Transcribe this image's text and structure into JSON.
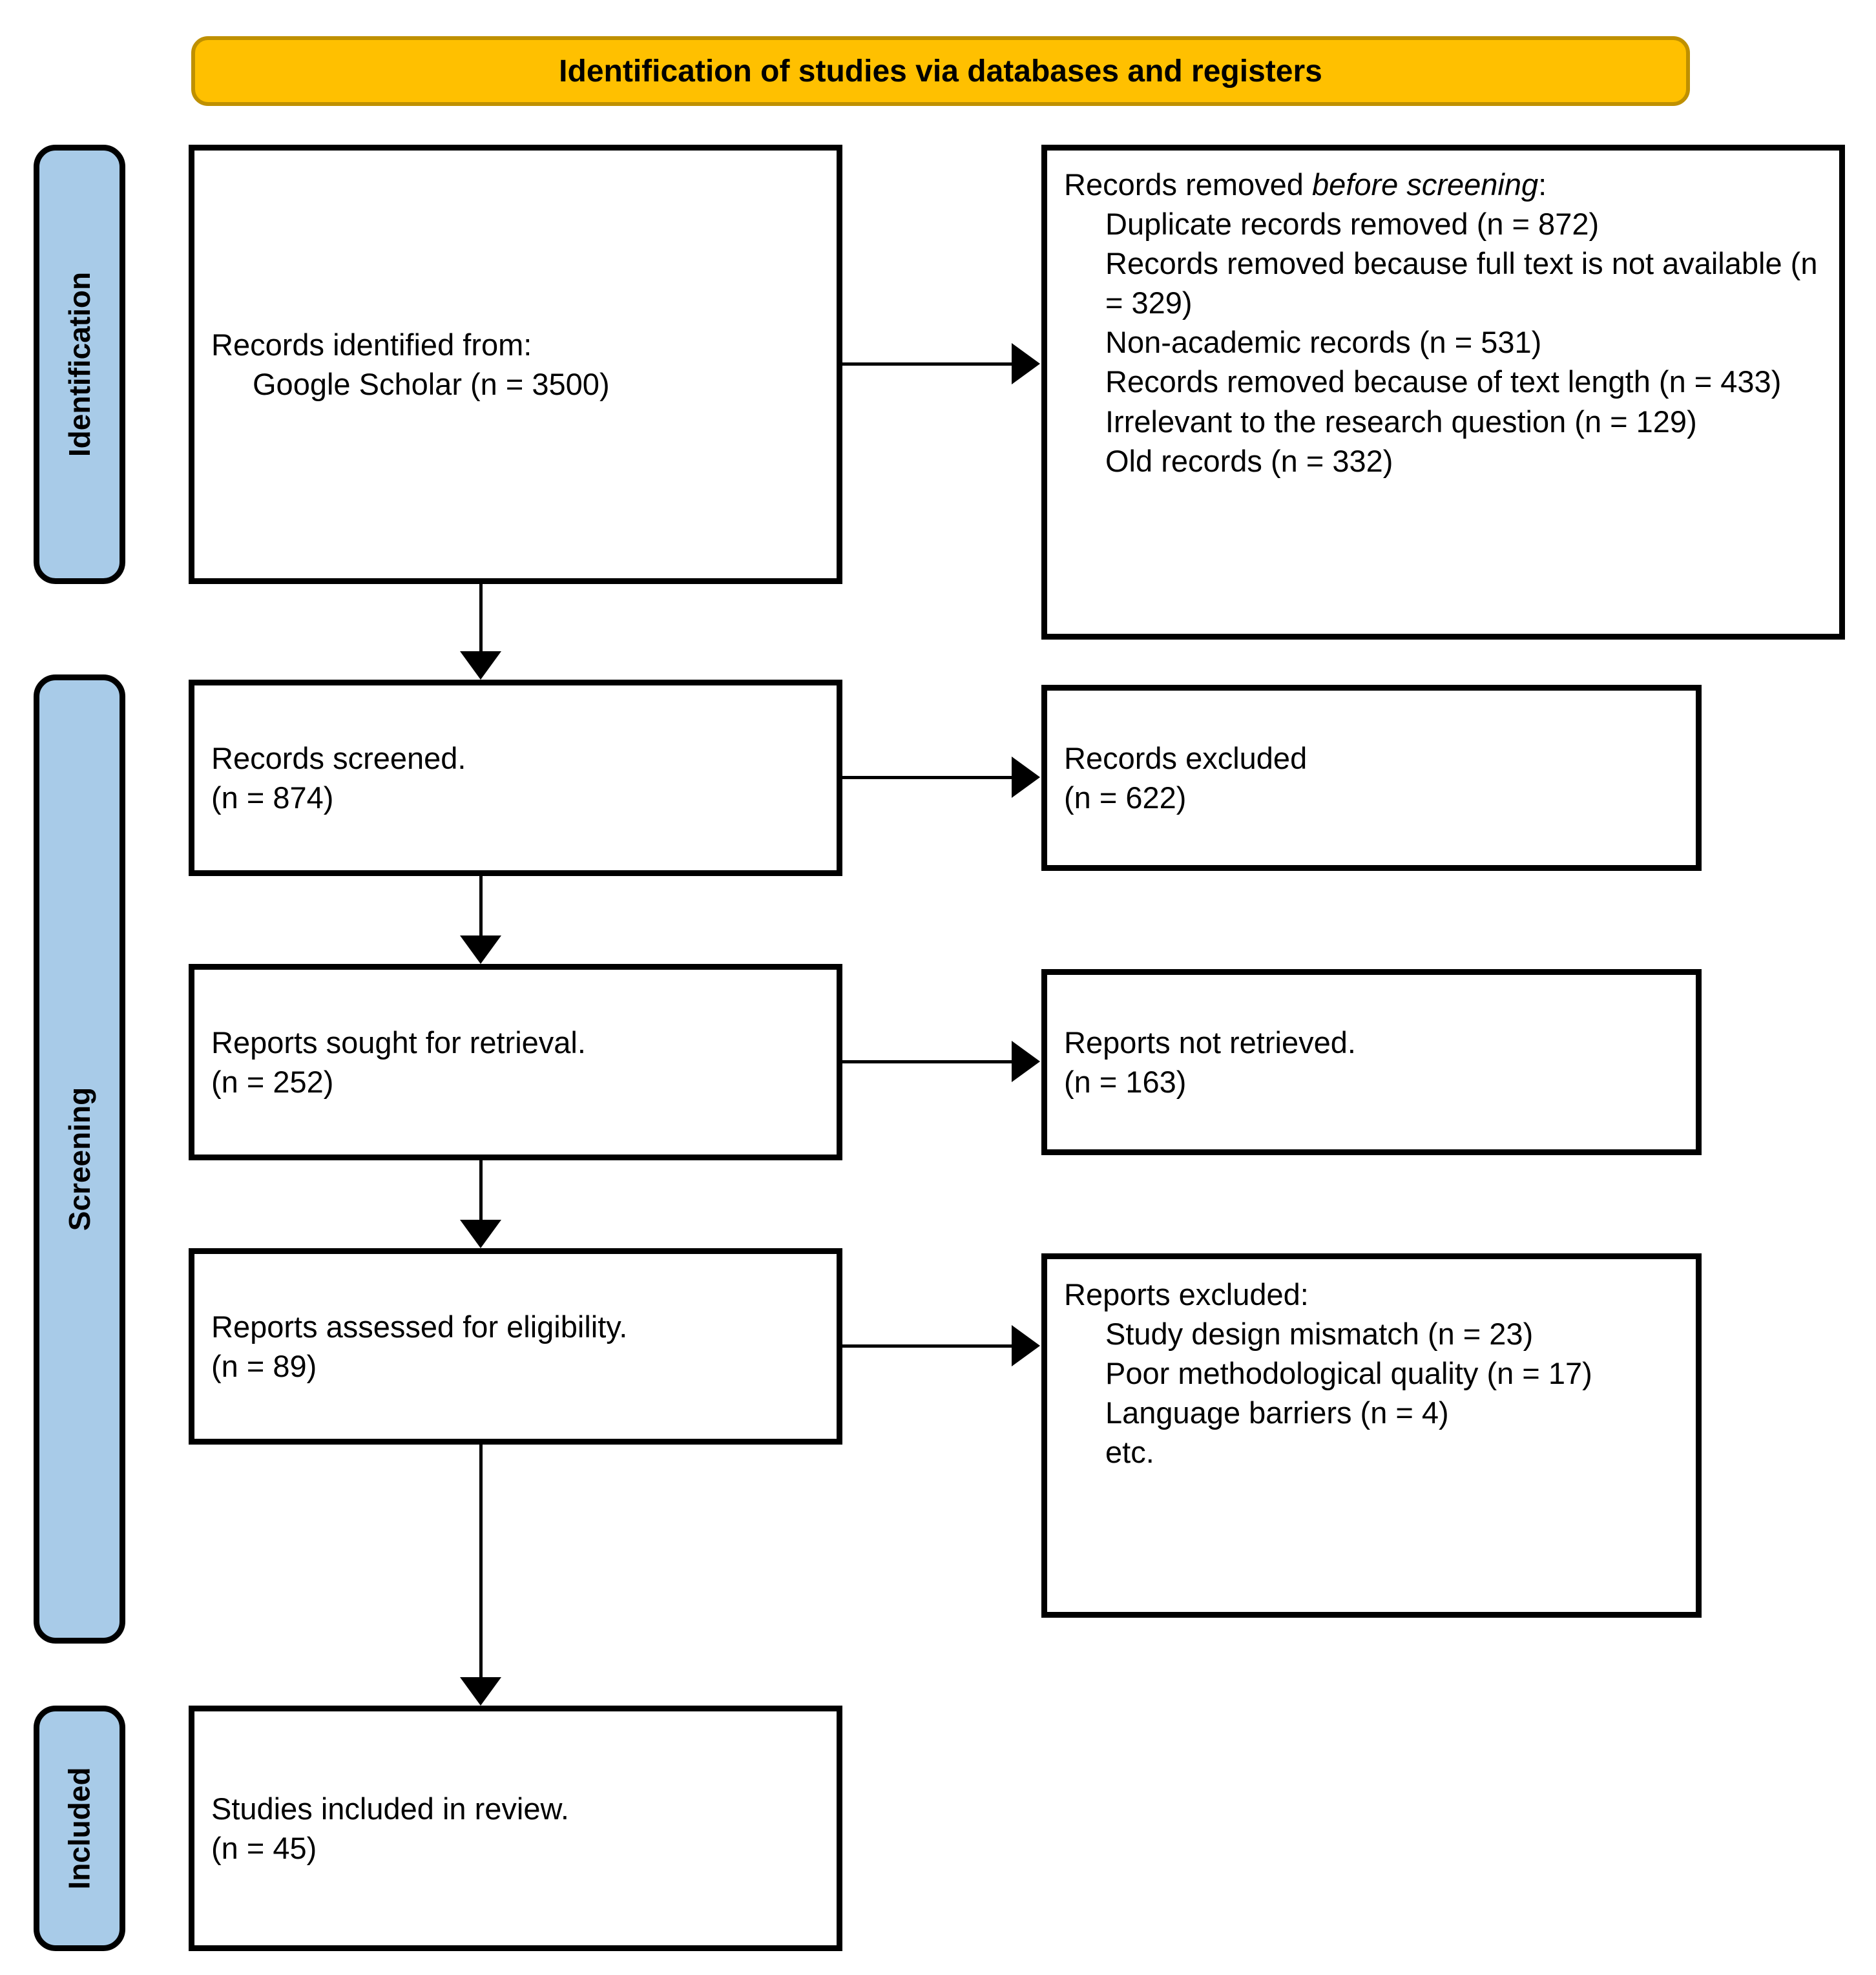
{
  "header": {
    "title": "Identification of studies via databases and registers",
    "band_color": "#FFC000",
    "band_border_color": "#BF9000"
  },
  "stages": [
    {
      "key": "identification",
      "label": "Identification",
      "color": "#A8CBE8"
    },
    {
      "key": "screening",
      "label": "Screening",
      "color": "#A8CBE8"
    },
    {
      "key": "included",
      "label": "Included",
      "color": "#A8CBE8"
    }
  ],
  "boxes": {
    "identified": {
      "line1": "Records identified from:",
      "line2": "Google Scholar (n = 3500)"
    },
    "removed_before_screening": {
      "heading_prefix": "Records removed ",
      "heading_italic": "before screening",
      "heading_suffix": ":",
      "items": [
        "Duplicate records removed (n = 872)",
        "Records removed because full text is not available (n = 329)",
        "Non-academic records (n = 531)",
        "Records removed because of text length (n = 433)",
        "Irrelevant to the research question (n = 129)",
        "Old records (n = 332)"
      ]
    },
    "screened": {
      "line1": "Records screened.",
      "line2": "(n = 874)"
    },
    "excluded_screening": {
      "line1": "Records excluded",
      "line2": "(n = 622)"
    },
    "sought": {
      "line1": "Reports sought for retrieval.",
      "line2": "(n = 252)"
    },
    "not_retrieved": {
      "line1": "Reports not retrieved.",
      "line2": "(n = 163)"
    },
    "assessed": {
      "line1": "Reports assessed for eligibility.",
      "line2": "(n = 89)"
    },
    "reports_excluded": {
      "heading": "Reports excluded:",
      "items": [
        "Study design mismatch (n = 23)",
        "Poor methodological quality (n = 17)",
        "Language barriers (n = 4)",
        "etc."
      ]
    },
    "included": {
      "line1": "Studies included in review.",
      "line2": "(n = 45)"
    }
  },
  "chart_data": {
    "type": "diagram",
    "title": "Identification of studies via databases and registers",
    "flow": [
      {
        "stage": "Identification",
        "node": "Records identified from: Google Scholar",
        "n": 3500
      },
      {
        "stage": "Identification",
        "node": "Duplicate records removed",
        "n": 872
      },
      {
        "stage": "Identification",
        "node": "Records removed because full text is not available",
        "n": 329
      },
      {
        "stage": "Identification",
        "node": "Non-academic records",
        "n": 531
      },
      {
        "stage": "Identification",
        "node": "Records removed because of text length",
        "n": 433
      },
      {
        "stage": "Identification",
        "node": "Irrelevant to the research question",
        "n": 129
      },
      {
        "stage": "Identification",
        "node": "Old records",
        "n": 332
      },
      {
        "stage": "Screening",
        "node": "Records screened",
        "n": 874
      },
      {
        "stage": "Screening",
        "node": "Records excluded",
        "n": 622
      },
      {
        "stage": "Screening",
        "node": "Reports sought for retrieval",
        "n": 252
      },
      {
        "stage": "Screening",
        "node": "Reports not retrieved",
        "n": 163
      },
      {
        "stage": "Screening",
        "node": "Reports assessed for eligibility",
        "n": 89
      },
      {
        "stage": "Screening",
        "node": "Study design mismatch",
        "n": 23
      },
      {
        "stage": "Screening",
        "node": "Poor methodological quality",
        "n": 17
      },
      {
        "stage": "Screening",
        "node": "Language barriers",
        "n": 4
      },
      {
        "stage": "Included",
        "node": "Studies included in review",
        "n": 45
      }
    ]
  }
}
